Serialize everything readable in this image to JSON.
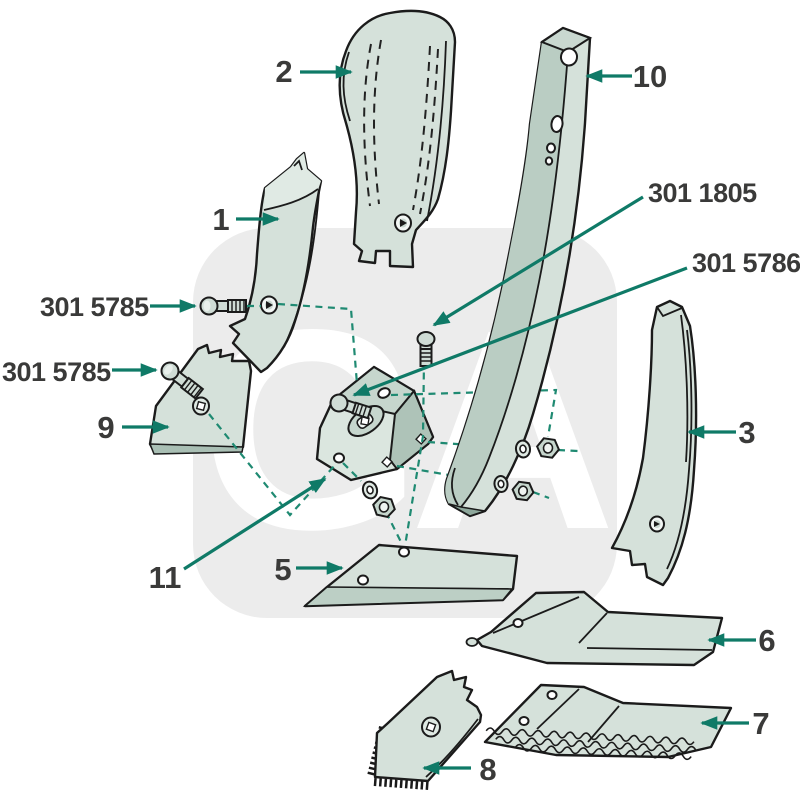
{
  "diagram": {
    "type": "exploded-parts-diagram",
    "watermark": "GA",
    "background": "#ffffff",
    "colors": {
      "leader_line": "#0f7a67",
      "dashed_line": "#1f8a72",
      "label_text": "#3a3a39",
      "part_fill": "#d5e1da",
      "part_fill_light": "#e0eae4",
      "part_fill_mid": "#bccfc5",
      "part_fill_dark": "#9fb7ac",
      "outline": "#1b1b1b",
      "watermark_block": "#ececec",
      "watermark_letters": "#ffffff"
    },
    "callouts": {
      "part1": "1",
      "part2": "2",
      "part3": "3",
      "part5": "5",
      "part6": "6",
      "part7": "7",
      "part8": "8",
      "part9": "9",
      "part10": "10",
      "part11": "11",
      "screw": "301 1805",
      "carriage_bolt": "301 5786",
      "bolt_upper": "301 5785",
      "bolt_lower": "301 5785"
    }
  }
}
